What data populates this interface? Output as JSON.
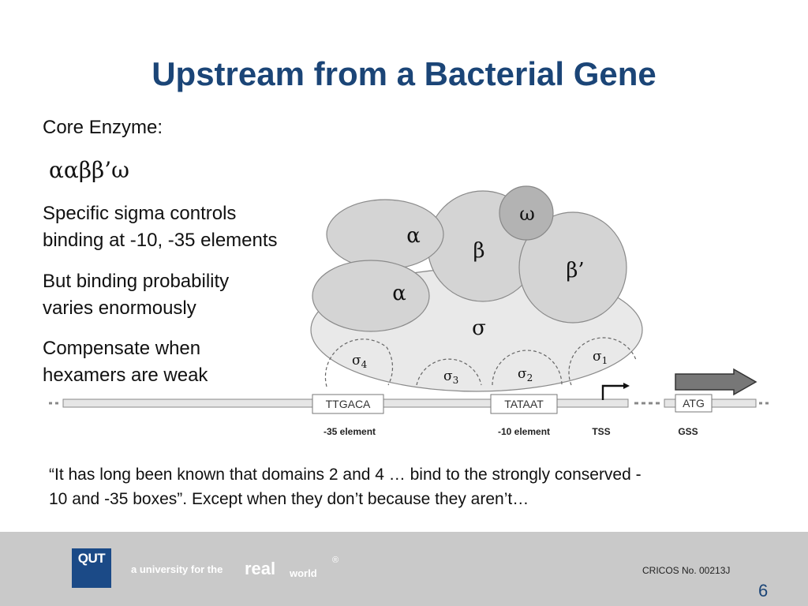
{
  "slide": {
    "title": "Upstream from a Bacterial Gene",
    "core_enzyme_label": "Core Enzyme:",
    "core_enzyme_formula": "ααββ’ω",
    "bullets": [
      [
        "Specific sigma controls",
        "binding at -10, -35 elements"
      ],
      [
        "But binding probability",
        "varies enormously"
      ],
      [
        "Compensate when",
        "hexamers are weak"
      ]
    ],
    "quote": [
      "“It has long been known that domains 2 and 4 … bind to the strongly conserved -",
      "10 and -35 boxes”. Except when they don’t because they aren’t…"
    ]
  },
  "diagram": {
    "subunits": {
      "alpha_top": "α",
      "alpha_bottom": "α",
      "beta": "β",
      "beta_prime": "β’",
      "omega": "ω",
      "sigma": "σ"
    },
    "domains": [
      {
        "symbol": "σ",
        "sub": "4"
      },
      {
        "symbol": "σ",
        "sub": "3"
      },
      {
        "symbol": "σ",
        "sub": "2"
      },
      {
        "symbol": "σ",
        "sub": "1"
      }
    ],
    "boxes": {
      "minus35": "TTGACA",
      "minus10": "TATAAT",
      "start": "ATG"
    },
    "labels": {
      "minus35": "-35 element",
      "minus10": "-10 element",
      "tss": "TSS",
      "gss": "GSS"
    }
  },
  "footer": {
    "logo": "QUT",
    "tagline_prefix": "a university for the",
    "tagline_real": "real",
    "tagline_world": "world",
    "registered": "®",
    "cricos": "CRICOS No. 00213J",
    "page_number": "6"
  }
}
